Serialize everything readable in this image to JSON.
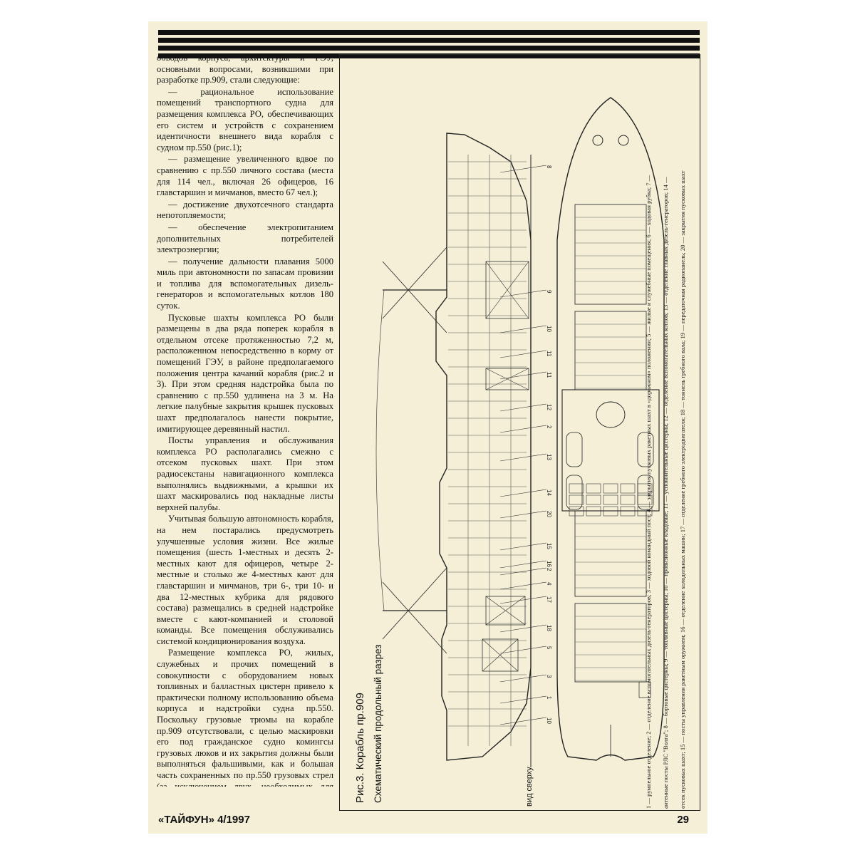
{
  "body_paragraphs": [
    {
      "text": "обводов корпуса, архитектуры и ГЭУ, основными вопросами, возникшими при разработке пр.909, стали следующие:",
      "indent": false
    },
    {
      "text": "— рациональное использование помещений транспортного судна для размещения комплекса РО, обеспечивающих его систем и устройств с сохранением идентичности внешнего вида корабля с судном пр.550 (рис.1);",
      "indent": true
    },
    {
      "text": "— размещение увеличенного вдвое по сравнению с пр.550 личного состава (места для 114 чел., включая 26 офицеров, 16 главстаршин и мичманов, вместо 67 чел.);",
      "indent": true
    },
    {
      "text": "— достижение двухотсечного стандарта непотопляемости;",
      "indent": true
    },
    {
      "text": "— обеспечение электропитанием дополнительных потребителей электроэнергии;",
      "indent": true
    },
    {
      "text": "— получение дальности плавания 5000 миль при автономности по запасам провизии и топлива для вспомогательных дизель-генераторов и вспомогательных котлов 180 суток.",
      "indent": true
    },
    {
      "text": "Пусковые шахты комплекса РО были размещены в два ряда поперек корабля в отдельном отсеке протяженностью 7,2 м, расположенном непосредственно в корму от помещений ГЭУ, в районе предполагаемого положения центра качаний корабля (рис.2 и 3). При этом средняя надстройка была по сравнению с пр.550 удлинена на 3 м. На легкие палубные закрытия крышек пусковых шахт предполагалось нанести покрытие, имитирующее деревянный настил.",
      "indent": true
    },
    {
      "text": "Посты управления и обслуживания комплекса РО располагались смежно с отсеком пусковых шахт. При этом радиосекстаны навигационного комплекса выполнялись выдвижными, а крышки их шахт маскировались под накладные листы верхней палубы.",
      "indent": true
    },
    {
      "text": "Учитывая большую автономность корабля, на нем постарались предусмотреть улучшенные условия жизни. Все жилые помещения (шесть 1-местных и десять 2-местных кают для офицеров, четыре 2-местные и столько же 4-местных кают для главстаршин и мичманов, три 6-, три 10- и два 12-местных кубрика для рядового состава) размещались в средней надстройке вместе с кают-компанией и столовой команды. Все помещения обслуживались системой кондиционирования воздуха.",
      "indent": true
    },
    {
      "text": "Размещение комплекса РО, жилых, служебных и прочих помещений в совокупности с оборудованием новых топливных и балластных цистерн привело к практически полному использованию объема корпуса и надстройки судна пр.550. Поскольку грузовые трюмы на корабле пр.909 отсутствовали, с целью маскировки его под гражданское судно комингсы грузовых люков и их закрытия должны были выполняться фальшивыми, как и большая часть сохраненных по пр.550 грузовых стрел (за исключением двух, необходимых для погрузки провизии), а также лучевая антенна между мачтами, снабженная устройством сбрасывания перед стартом БР. В результате основное отличие силуэтов корабля пр.909 и судна пр.550 определялось лишь наличием на первом дополнительных антенн радиосвязи.",
      "indent": true
    }
  ],
  "figure": {
    "caption_title": "Рис.3. Корабль пр.909",
    "caption_section": "Схематический продольный разрез",
    "caption_top_view": "вид сверху",
    "legend_lines": [
      "1 — румпельное отделение; 2 — отделение вспомогательных дизель-генераторов; 3 — ходовой командный пост; 4 — закрытия пусковых ракетных шахт в «дорожном» положении; 5 — жилые и служебные помещения; 6 — ходовая рубка; 7 —",
      "антенные посты РЛС \"Волга\"; 8 — бортовые цистерны; 9 — топливные цистерны; 10 — провизионные кладовые; 11 — успокоительные цистерны; 12 — отделение вспомогательных котлов; 13 — отделение главных дизель-генераторов; 14 —",
      "отсек пусковых шахт; 15 — посты управления ракетным оружием; 16 — отделение холодильных машин; 17 — отделение гребного электродвигателя; 18 — тоннель гребного вала; 19 — передаточная радиопанель; 20 — закрытия пусковых шахт"
    ],
    "callouts_side": [
      "8",
      "9",
      "10",
      "11",
      "11",
      "12",
      "2",
      "13",
      "14",
      "20",
      "15",
      "16",
      "17",
      "18",
      "5",
      "3",
      "2",
      "4",
      "1",
      "10"
    ]
  },
  "footer": {
    "journal": "«ТАЙФУН» 4/1997",
    "page_number": "29"
  }
}
